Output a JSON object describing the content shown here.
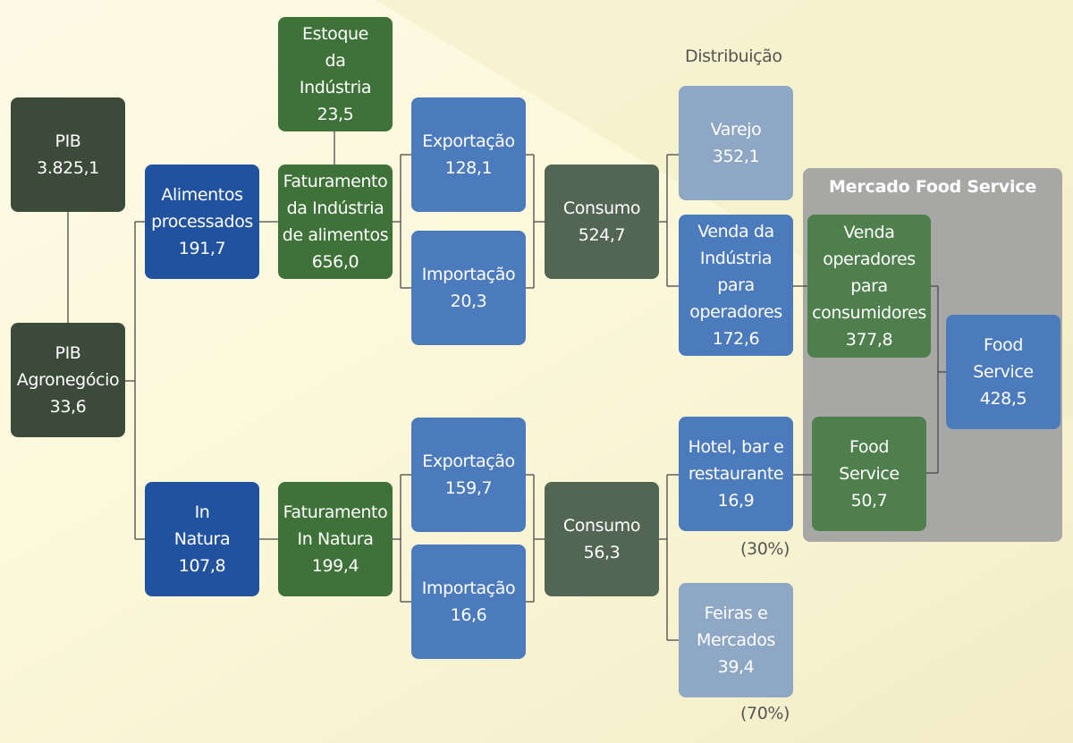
{
  "diagram": {
    "section_label": "Distribuição",
    "panel_title": "Mercado Food Service",
    "pct_hotel": "(30%)",
    "pct_feiras": "(70%)",
    "nodes": {
      "pib": [
        "PIB",
        "3.825,1"
      ],
      "pib_agro": [
        "PIB",
        "Agronegócio",
        "33,6"
      ],
      "alimentos": [
        "Alimentos",
        "processados",
        "191,7"
      ],
      "innatura": [
        "In",
        "Natura",
        "107,8"
      ],
      "estoque": [
        "Estoque",
        "da",
        "Indústria",
        "23,5"
      ],
      "fat_industria": [
        "Faturamento",
        "da Indústria",
        "de alimentos",
        "656,0"
      ],
      "fat_innatura": [
        "Faturamento",
        "In Natura",
        "199,4"
      ],
      "exp1": [
        "Exportação",
        "128,1"
      ],
      "imp1": [
        "Importação",
        "20,3"
      ],
      "exp2": [
        "Exportação",
        "159,7"
      ],
      "imp2": [
        "Importação",
        "16,6"
      ],
      "consumo1": [
        "Consumo",
        "524,7"
      ],
      "consumo2": [
        "Consumo",
        "56,3"
      ],
      "varejo": [
        "Varejo",
        "352,1"
      ],
      "venda_industria": [
        "Venda da",
        "Indústria",
        "para",
        "operadores",
        "172,6"
      ],
      "hotel": [
        "Hotel, bar e",
        "restaurante",
        "16,9"
      ],
      "feiras": [
        "Feiras e",
        "Mercados",
        "39,4"
      ],
      "venda_operadores": [
        "Venda",
        "operadores",
        "para",
        "consumidores",
        "377,8"
      ],
      "food_service_small": [
        "Food",
        "Service",
        "50,7"
      ],
      "food_service_total": [
        "Food",
        "Service",
        "428,5"
      ]
    }
  }
}
